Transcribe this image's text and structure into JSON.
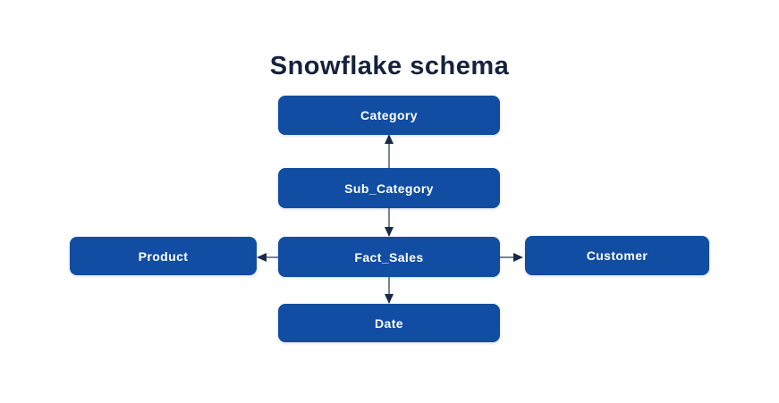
{
  "title": "Snowflake schema",
  "colors": {
    "background": "#ffffff",
    "box": "#114DA2",
    "box_text": "#ffffff",
    "title": "#16223C",
    "arrow_shaft": "#7A8494",
    "arrow_head": "#1B2A44"
  },
  "nodes": [
    {
      "id": "category",
      "label": "Category"
    },
    {
      "id": "sub_category",
      "label": "Sub_Category"
    },
    {
      "id": "product",
      "label": "Product"
    },
    {
      "id": "fact_sales",
      "label": "Fact_Sales"
    },
    {
      "id": "customer",
      "label": "Customer"
    },
    {
      "id": "date",
      "label": "Date"
    }
  ],
  "edges": [
    {
      "from": "Sub_Category",
      "to": "Category",
      "arrow_points": "up"
    },
    {
      "from": "Sub_Category",
      "to": "Fact_Sales",
      "arrow_points": "down"
    },
    {
      "from": "Fact_Sales",
      "to": "Product",
      "arrow_points": "left"
    },
    {
      "from": "Fact_Sales",
      "to": "Customer",
      "arrow_points": "right"
    },
    {
      "from": "Fact_Sales",
      "to": "Date",
      "arrow_points": "down"
    }
  ]
}
